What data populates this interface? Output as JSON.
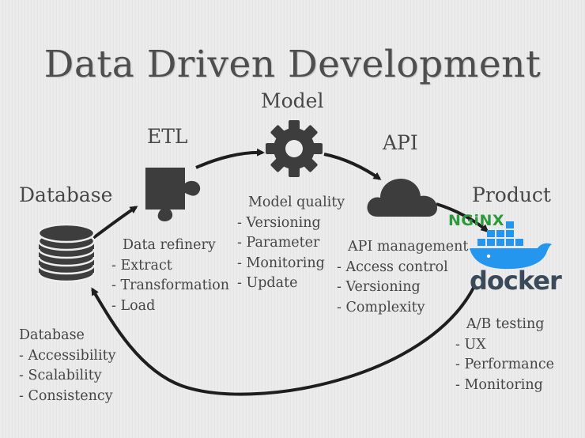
{
  "title": "Data Driven Development",
  "nodes": {
    "database": "Database",
    "etl": "ETL",
    "model": "Model",
    "api": "API",
    "product": "Product"
  },
  "icons": {
    "database": "database-stack-icon",
    "etl": "puzzle-piece-icon",
    "model": "gear-icon",
    "api": "cloud-icon",
    "product": "docker-whale-icon"
  },
  "logos": {
    "nginx": "NGiNX",
    "docker": "docker"
  },
  "notes": {
    "etl": [
      "Data refinery",
      "- Extract",
      "- Transformation",
      "- Load"
    ],
    "model": [
      "Model quality",
      "- Versioning",
      "- Parameter",
      "- Monitoring",
      "- Update"
    ],
    "api": [
      "API management",
      "- Access control",
      "- Versioning",
      "- Complexity"
    ],
    "product": [
      "A/B testing",
      "- UX",
      "- Performance",
      "- Monitoring"
    ],
    "database": [
      "Database",
      "- Accessibility",
      "- Scalability",
      "- Consistency"
    ]
  },
  "colors": {
    "icon": "#3d3d3d",
    "docker_blue": "#2496ed",
    "nginx_green": "#2c9a3a"
  }
}
